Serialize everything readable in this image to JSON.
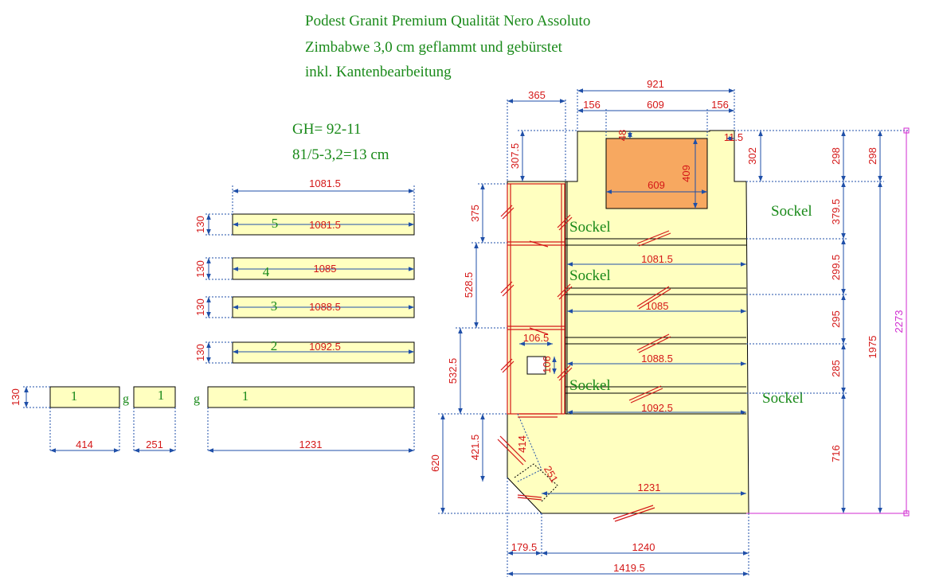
{
  "header": {
    "line1": "Podest Granit Premium Qualität Nero Assoluto",
    "line2": "Zimbabwe 3,0 cm geflammt und gebürstet",
    "line3": "inkl. Kantenbearbeitung"
  },
  "gh": {
    "line1": "GH= 92-11",
    "line2": "81/5-3,2=13 cm"
  },
  "pieces": {
    "p5": {
      "no": "5",
      "len": "1081.5",
      "top": "1081.5",
      "h": "130"
    },
    "p4": {
      "no": "4",
      "len": "1085",
      "h": "130"
    },
    "p3": {
      "no": "3",
      "len": "1088.5",
      "h": "130"
    },
    "p2": {
      "no": "2",
      "len": "1092.5",
      "h": "130"
    },
    "p1a": {
      "no": "1",
      "w": "414",
      "h": "130"
    },
    "p1b": {
      "no": "1",
      "w": "251"
    },
    "p1c": {
      "no": "1",
      "w": "1231"
    },
    "gap": "g"
  },
  "plan": {
    "sockel": "Sockel",
    "top": {
      "d365": "365",
      "d921": "921",
      "d156a": "156",
      "d609": "609",
      "d156b": "156"
    },
    "left": {
      "d307": "307.5",
      "d375": "375",
      "d528": "528.5",
      "d532": "532.5",
      "d421": "421.5",
      "d620": "620",
      "d414": "414"
    },
    "inner": {
      "d48": "48",
      "d409": "409",
      "d609": "609",
      "d11": "11.5",
      "d302": "302",
      "d106": "106.5",
      "d106v": "106",
      "d251": "251"
    },
    "steps": {
      "s5": "1081.5",
      "s4": "1085",
      "s3": "1088.5",
      "s2": "1092.5",
      "s1": "1231"
    },
    "right": {
      "a298": "298",
      "a379": "379.5",
      "a299": "299.5",
      "a295": "295",
      "a285": "285",
      "a716": "716",
      "b298": "298",
      "b1975": "1975",
      "total": "2273"
    },
    "bottom": {
      "d179": "179.5",
      "d1240": "1240",
      "d1419": "1419.5"
    }
  }
}
